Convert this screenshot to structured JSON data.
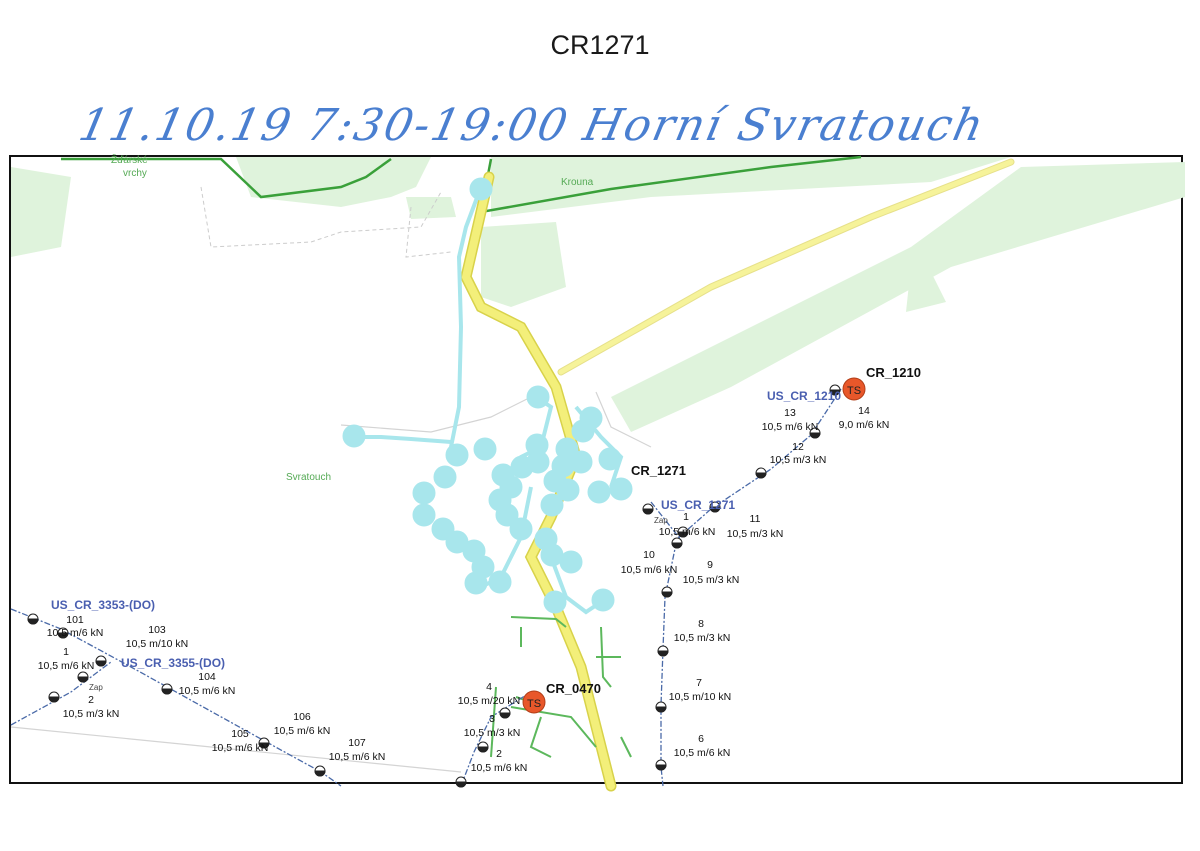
{
  "page_title": "CR1271",
  "handwritten_note": "11.10.19 7:30-19:00 Horní Svratouch",
  "map": {
    "place_labels": [
      {
        "id": "krouna",
        "text": "Krouna"
      },
      {
        "id": "svratouch",
        "text": "Svratouch"
      },
      {
        "id": "zdarske",
        "text": "Žďárské"
      },
      {
        "id": "vrchy",
        "text": "vrchy"
      }
    ],
    "stations": [
      {
        "id": "cr1271",
        "name": "CR_1271"
      },
      {
        "id": "cr1210",
        "name": "CR_1210",
        "badge": "TS"
      },
      {
        "id": "cr0470",
        "name": "CR_0470",
        "badge": "TS"
      }
    ],
    "line_labels": [
      {
        "id": "us1271",
        "text": "US_CR_1271"
      },
      {
        "id": "us1210",
        "text": "US_CR_1210"
      },
      {
        "id": "us3353",
        "text": "US_CR_3353-(DO)"
      },
      {
        "id": "us3355",
        "text": "US_CR_3355-(DO)"
      }
    ],
    "poles": [
      {
        "id": "p1",
        "num": "1",
        "spec": "10,5 m/6 kN"
      },
      {
        "id": "p9",
        "num": "9",
        "spec": "10,5 m/3 kN"
      },
      {
        "id": "p10",
        "num": "10",
        "spec": "10,5 m/6 kN"
      },
      {
        "id": "p11",
        "num": "11",
        "spec": "10,5 m/3 kN"
      },
      {
        "id": "p12",
        "num": "12",
        "spec": "10,5 m/3 kN"
      },
      {
        "id": "p13",
        "num": "13",
        "spec": "10,5 m/6 kN"
      },
      {
        "id": "p14",
        "num": "14",
        "spec": "9,0 m/6 kN"
      },
      {
        "id": "p8",
        "num": "8",
        "spec": "10,5 m/3 kN"
      },
      {
        "id": "p7",
        "num": "7",
        "spec": "10,5 m/10 kN"
      },
      {
        "id": "p6",
        "num": "6",
        "spec": "10,5 m/6 kN"
      },
      {
        "id": "p101",
        "num": "101",
        "spec": "10,5 m/6 kN"
      },
      {
        "id": "p103",
        "num": "103",
        "spec": "10,5 m/10 kN"
      },
      {
        "id": "pw1",
        "num": "1",
        "spec": "10,5 m/6 kN"
      },
      {
        "id": "p104",
        "num": "104",
        "spec": "10,5 m/6 kN"
      },
      {
        "id": "pw2",
        "num": "2",
        "spec": "10,5 m/3 kN"
      },
      {
        "id": "p105",
        "num": "105",
        "spec": "10,5 m/6 kN"
      },
      {
        "id": "p106",
        "num": "106",
        "spec": "10,5 m/6 kN"
      },
      {
        "id": "p107",
        "num": "107",
        "spec": "10,5 m/6 kN"
      },
      {
        "id": "p4",
        "num": "4",
        "spec": "10,5 m/20 kN"
      },
      {
        "id": "p3",
        "num": "3",
        "spec": "10,5 m/3 kN"
      },
      {
        "id": "p2",
        "num": "2",
        "spec": "10,5 m/6 kN"
      }
    ],
    "small_labels": {
      "zap": "Zap",
      "zap2": "Zap"
    }
  },
  "colors": {
    "forest": "#dff3dc",
    "boundary": "#3aa03a",
    "road": "#f3ef7a",
    "road_edge": "#d8d24a",
    "outage_area": "#a8e6ec",
    "mv_line": "#4a6aa8",
    "lv_line": "#5cb85c",
    "station_badge": "#e8572a",
    "line_label": "#4a5fb0",
    "handwriting": "#4a7fd0"
  }
}
